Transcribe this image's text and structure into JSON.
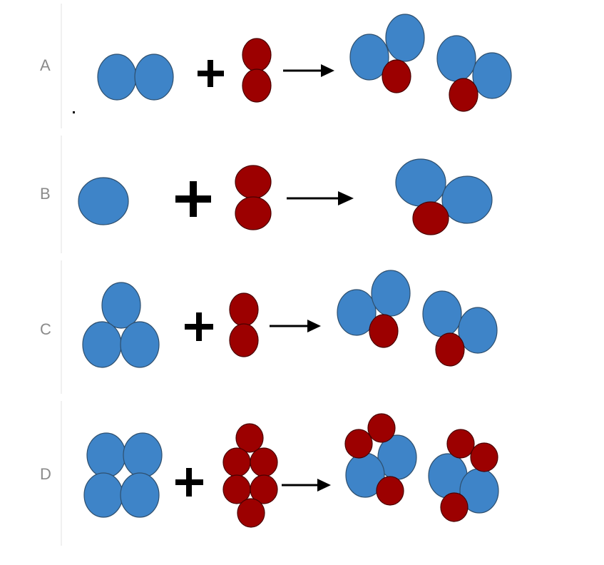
{
  "rows": [
    {
      "label": "A"
    },
    {
      "label": "B"
    },
    {
      "label": "C"
    },
    {
      "label": "D"
    }
  ],
  "colors": {
    "blue_atom": "#3e84c8",
    "red_atom": "#9c0000",
    "label": "#8a8a8a"
  }
}
